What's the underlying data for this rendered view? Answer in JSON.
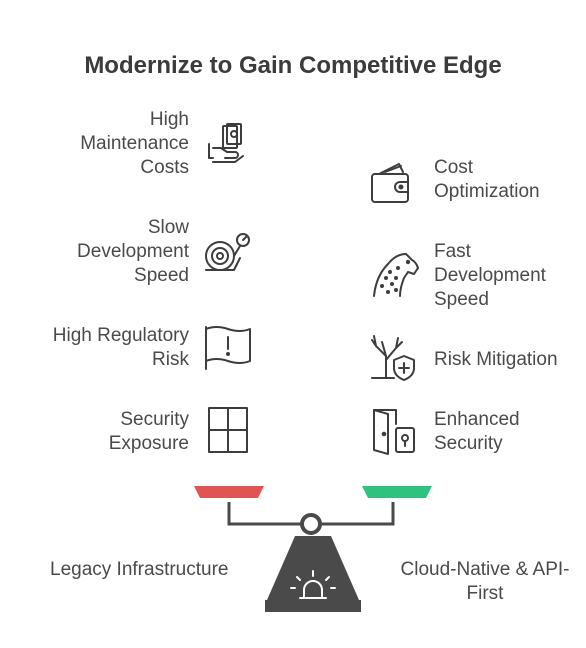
{
  "title": "Modernize to Gain Competitive Edge",
  "left_items": [
    {
      "label": "High\nMaintenance\nCosts",
      "icon": "hand-holding-money-icon"
    },
    {
      "label": "Slow\nDevelopment\nSpeed",
      "icon": "snail-icon"
    },
    {
      "label": "High Regulatory\nRisk",
      "icon": "warning-flag-icon"
    },
    {
      "label": "Security\nExposure",
      "icon": "window-icon"
    }
  ],
  "right_items": [
    {
      "label": "Cost\nOptimization",
      "icon": "wallet-icon"
    },
    {
      "label": "Fast\nDevelopment\nSpeed",
      "icon": "cheetah-icon"
    },
    {
      "label": "Risk Mitigation",
      "icon": "tree-shield-icon"
    },
    {
      "label": "Enhanced\nSecurity",
      "icon": "secure-door-icon"
    }
  ],
  "balance": {
    "left_label": "Legacy Infrastructure",
    "right_label": "Cloud-Native & API-\nFirst",
    "left_color": "#e05454",
    "right_color": "#2ec27e",
    "base_color": "#4a4a4a"
  }
}
